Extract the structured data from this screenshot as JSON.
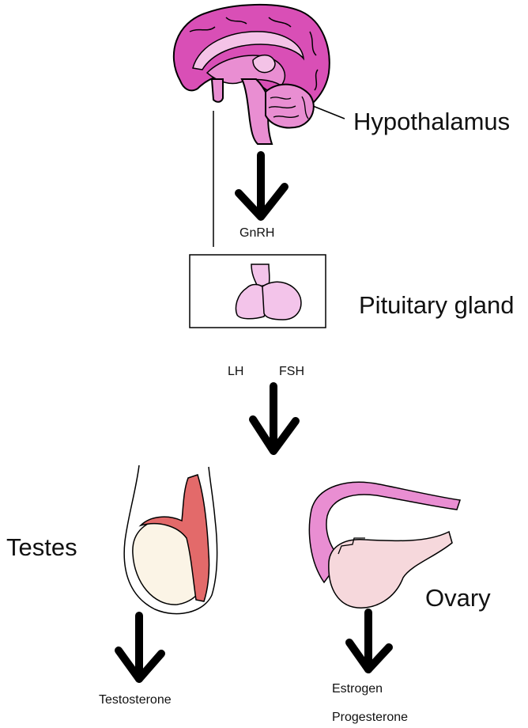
{
  "diagram": {
    "labels": {
      "hypothalamus": "Hypothalamus",
      "gnrh": "GnRH",
      "pituitary": "Pituitary gland",
      "lh": "LH",
      "fsh": "FSH",
      "testes": "Testes",
      "ovary": "Ovary",
      "testosterone": "Testosterone",
      "estrogen": "Estrogen",
      "progesterone": "Progesterone"
    },
    "colors": {
      "brain_cortex": "#d94fb6",
      "brain_inner": "#e98ed2",
      "brain_light": "#f4c3e7",
      "pituitary": "#f3c4ea",
      "testis_body": "#fbf4e6",
      "epididymis": "#e36a6a",
      "ovary_tube": "#e98ed2",
      "ovary_body": "#f6d8dc",
      "ink": "#000000"
    }
  }
}
